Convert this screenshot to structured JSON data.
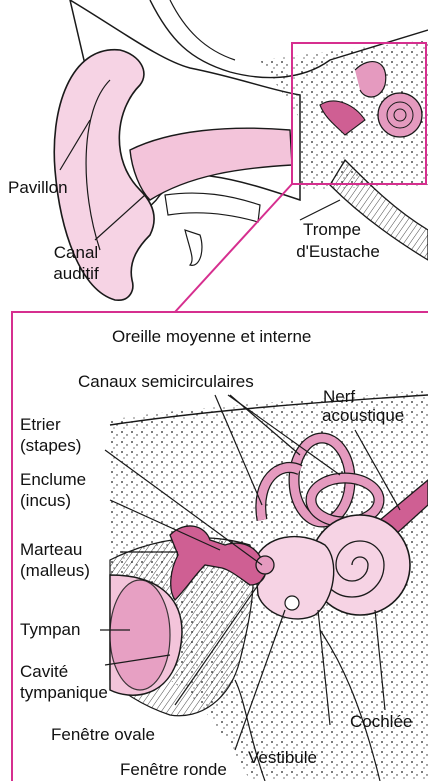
{
  "labels": {
    "pavillon": "Pavillon",
    "canal_auditif_1": "Canal",
    "canal_auditif_2": "auditif",
    "trompe_1": "Trompe",
    "trompe_2": "d'Eustache",
    "inset_title": "Oreille moyenne et interne",
    "canaux": "Canaux semicirculaires",
    "nerf_1": "Nerf",
    "nerf_2": "acoustique",
    "etrier_1": "Etrier",
    "etrier_2": "(stapes)",
    "enclume_1": "Enclume",
    "enclume_2": "(incus)",
    "marteau_1": "Marteau",
    "marteau_2": "(malleus)",
    "tympan": "Tympan",
    "cavite_1": "Cavité",
    "cavite_2": "tympanique",
    "fenetre_ovale": "Fenêtre ovale",
    "cochlee": "Cochlée",
    "vestibule": "Vestibule",
    "fenetre_ronde": "Fenêtre ronde"
  },
  "colors": {
    "accent_frame": "#d62f8f",
    "pink_light": "#f6d3e4",
    "pink_mid": "#e59abf",
    "pink_deep": "#cf5f93",
    "outline": "#1a1a1a"
  }
}
